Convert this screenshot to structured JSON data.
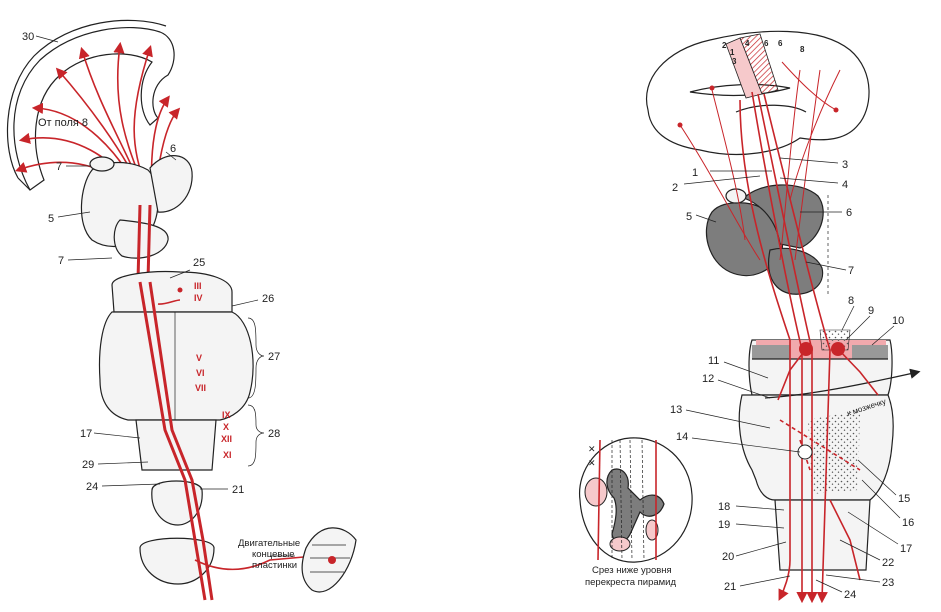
{
  "left_figure": {
    "caption_field": "От поля 8",
    "caption_motor": [
      "Двигательные",
      "концевые",
      "пластинки"
    ],
    "roman_nuclei": [
      "III",
      "IV",
      "V",
      "VI",
      "VII",
      "IX",
      "X",
      "XII",
      "XI"
    ],
    "labels": [
      "30",
      "6",
      "7",
      "5",
      "7",
      "25",
      "26",
      "27",
      "28",
      "17",
      "29",
      "24",
      "21"
    ]
  },
  "right_figure": {
    "cortex_fields": [
      "2",
      "1",
      "3",
      "4",
      "6",
      "6",
      "8"
    ],
    "tract_caption": "к мозжечку",
    "inset_caption": [
      "Срез ниже уровня",
      "перекреста пирамид"
    ],
    "labels": [
      "1",
      "2",
      "3",
      "4",
      "5",
      "6",
      "7",
      "8",
      "9",
      "10",
      "11",
      "12",
      "13",
      "14",
      "15",
      "16",
      "17",
      "18",
      "19",
      "20",
      "21",
      "22",
      "23",
      "24"
    ]
  }
}
